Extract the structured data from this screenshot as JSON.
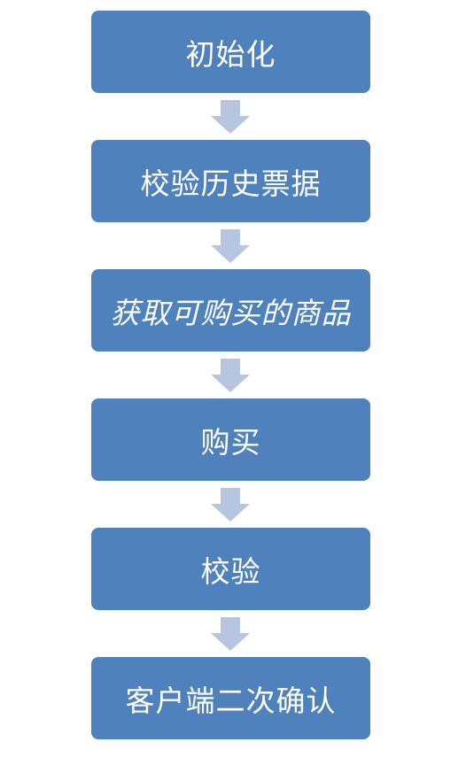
{
  "colors": {
    "step_fill": "#4f81bd",
    "arrow_fill": "#b7c6e0",
    "text": "#ffffff"
  },
  "steps": [
    {
      "label": "初始化",
      "italic": false
    },
    {
      "label": "校验历史票据",
      "italic": false
    },
    {
      "label": "获取可购买的商品",
      "italic": true
    },
    {
      "label": "购买",
      "italic": false
    },
    {
      "label": "校验",
      "italic": false
    },
    {
      "label": "客户端二次确认",
      "italic": false
    }
  ]
}
